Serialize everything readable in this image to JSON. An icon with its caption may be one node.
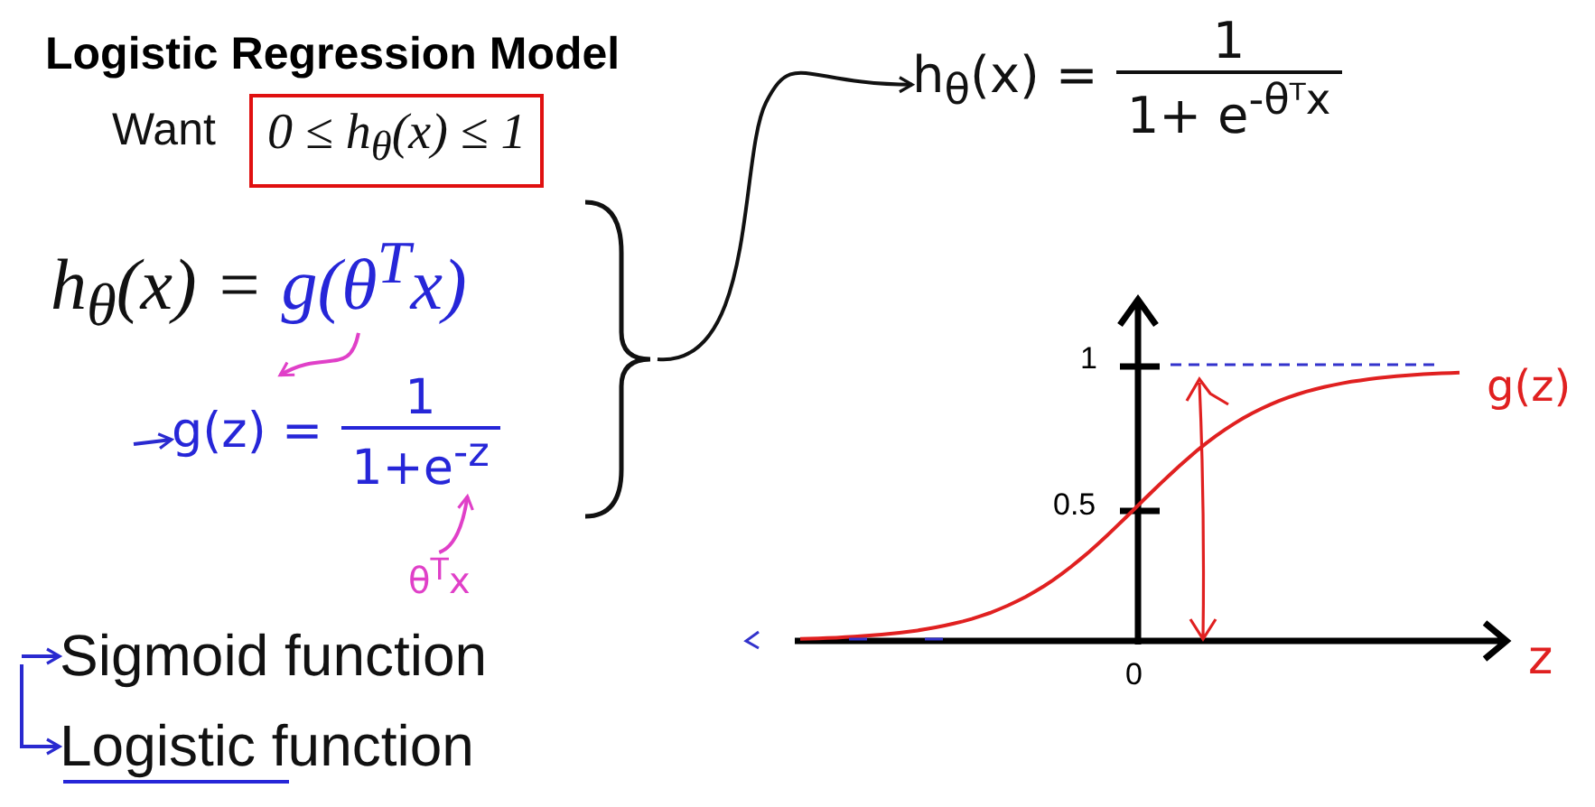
{
  "diagram": {
    "title": "Logistic Regression Model",
    "nodes": [
      {
        "text": [
          "0 ≤ h$_{θ}$(x) ≤ 1"
        ],
        "beside": [
          "Want"
        ]
      },
      {
        "text": [
          "h$_{θ}$(x) =",
          "g(θ$^{T}$x)"
        ]
      },
      {
        "text": [
          "g(z) =",
          "1",
          "1+e$^{-z}$"
        ]
      },
      {
        "text": [],
        "shape": "bracket"
      },
      {
        "text": [
          "h$_{θ}$(x) =",
          "1",
          "1+ e$^{-θᵀx}$"
        ]
      },
      {
        "text": [
          "θ$^{T}$x"
        ]
      },
      {
        "text": [
          "Sigmoid function"
        ]
      },
      {
        "text": [
          "Logistic function"
        ]
      }
    ],
    "edges": [
      {
        "from": 1,
        "to": 2,
        "arrow": "to",
        "color": "#e040c8"
      },
      {
        "from": 5,
        "to": 2,
        "arrow": "to",
        "color": "#e040c8"
      },
      {
        "from": 3,
        "to": 4,
        "arrow": "to",
        "color": "#111111"
      },
      {
        "from": null,
        "to": 2,
        "arrow": "to",
        "color": "#2a2ad0"
      },
      {
        "from": null,
        "to": 6,
        "arrow": "to",
        "color": "#2a2ad0"
      },
      {
        "from": null,
        "to": 7,
        "arrow": "to",
        "color": "#2a2ad0"
      }
    ],
    "labels": [
      "1",
      "0.5",
      "0",
      "g(z)",
      "z"
    ]
  }
}
